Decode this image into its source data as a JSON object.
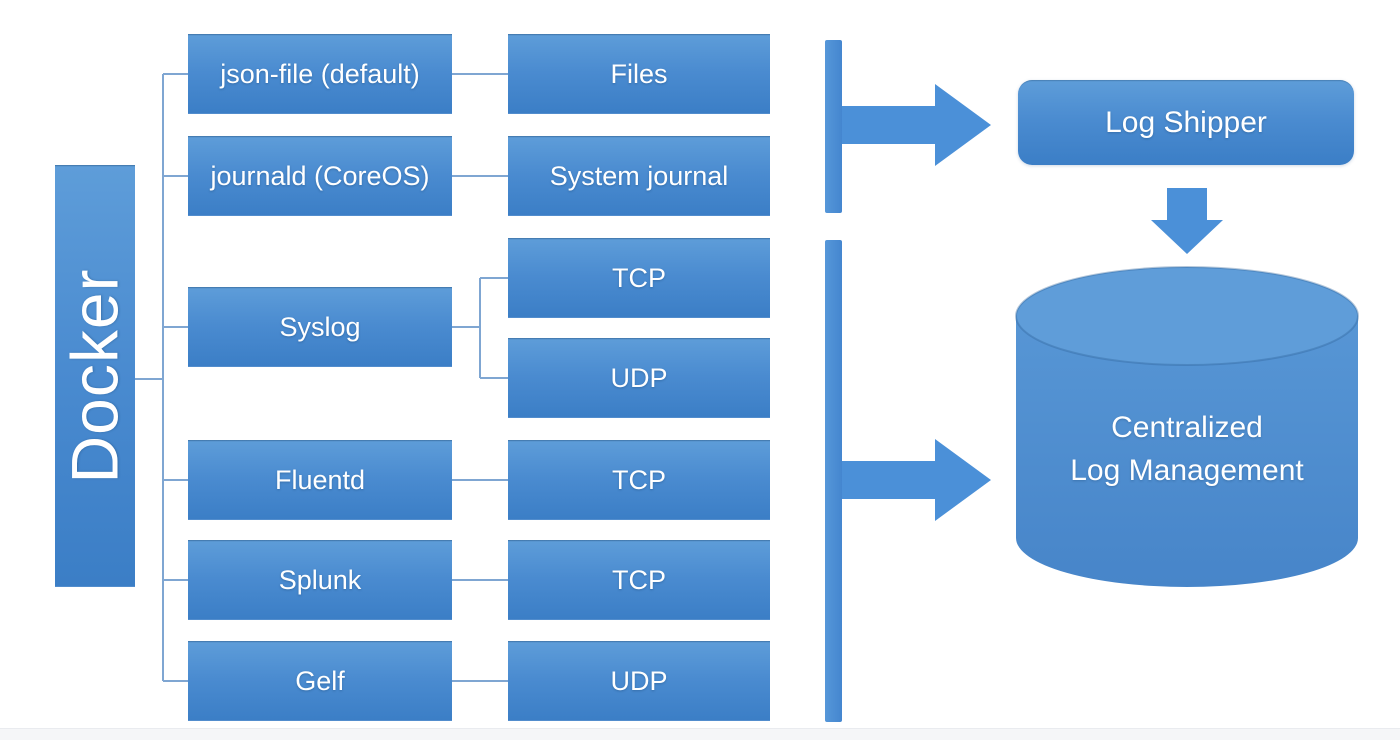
{
  "colors": {
    "node-top": "#5e9dd9",
    "node-mid": "#4a8bd0",
    "node-bottom": "#3b7ec6",
    "arrow-fill": "#4b90d8",
    "connector": "#7fa6d2",
    "label-text": "#ffffff",
    "background": "#ffffff",
    "footer-strip": "#f5f6f8"
  },
  "root_node": {
    "label": "Docker"
  },
  "driver_nodes": [
    {
      "label": "json-file (default)"
    },
    {
      "label": "journald (CoreOS)"
    },
    {
      "label": "Syslog"
    },
    {
      "label": "Fluentd"
    },
    {
      "label": "Splunk"
    },
    {
      "label": "Gelf"
    }
  ],
  "output_nodes": [
    {
      "label": "Files"
    },
    {
      "label": "System journal"
    },
    {
      "label": "TCP"
    },
    {
      "label": "UDP"
    },
    {
      "label": "TCP"
    },
    {
      "label": "TCP"
    },
    {
      "label": "UDP"
    }
  ],
  "shipper": {
    "label": "Log Shipper"
  },
  "sink": {
    "line1": "Centralized",
    "line2": "Log Management"
  }
}
